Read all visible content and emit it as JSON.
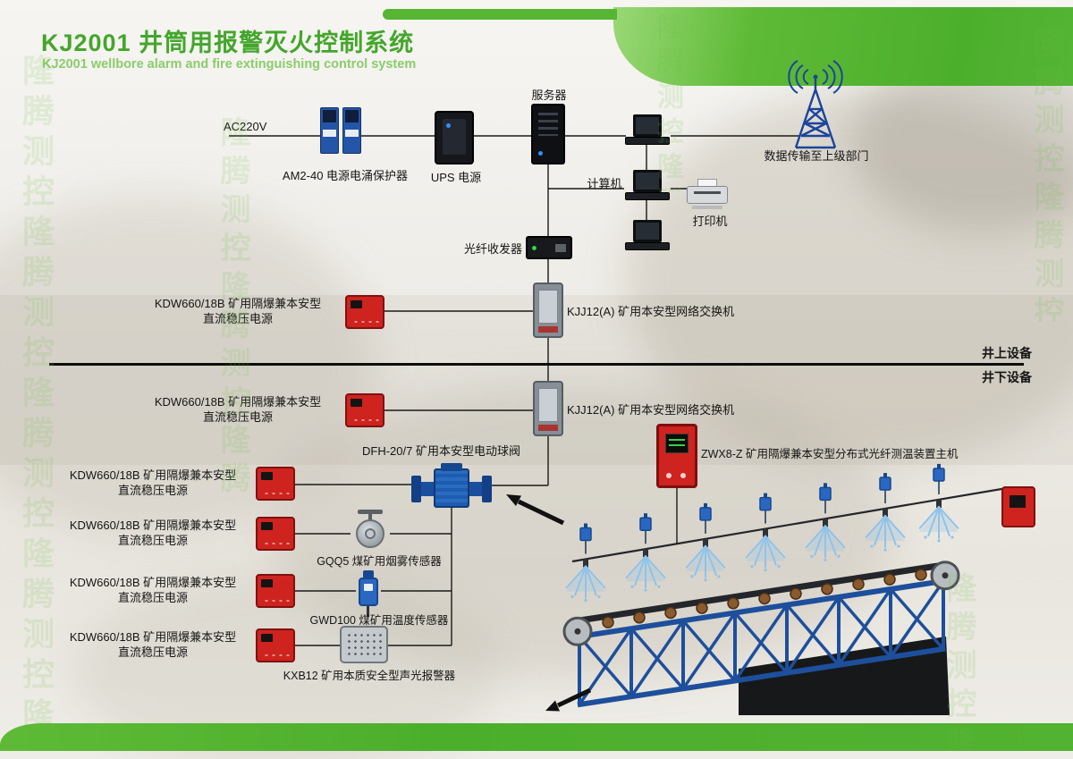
{
  "header": {
    "title": "KJ2001 井筒用报警灭火控制系统",
    "subtitle": "KJ2001 wellbore alarm and fire extinguishing control system"
  },
  "watermark": {
    "text": "隆腾测控隆腾测控隆腾测控隆腾测控隆腾测控"
  },
  "divider": {
    "surface_equipment": "井上设备",
    "underground_equipment": "井下设备"
  },
  "labels": {
    "ac220v": "AC220V",
    "surge_protector": "AM2-40 电源电涌保护器",
    "ups": "UPS 电源",
    "server": "服务器",
    "computer": "计算机",
    "printer": "打印机",
    "data_uplink": "数据传输至上级部门",
    "fiber_transceiver": "光纤收发器",
    "network_switch": "KJJ12(A) 矿用本安型网络交换机",
    "dc_power_line1": "KDW660/18B 矿用隔爆兼本安型",
    "dc_power_line2": "直流稳压电源",
    "ball_valve": "DFH-20/7 矿用本安型电动球阀",
    "fiber_temp_host": "ZWX8-Z 矿用隔爆兼本安型分布式光纤测温装置主机",
    "smoke_sensor": "GQQ5 煤矿用烟雾传感器",
    "temp_sensor": "GWD100 煤矿用温度传感器",
    "sound_light_alarm": "KXB12 矿用本质安全型声光报警器"
  },
  "colors": {
    "brand_green": "#4caf2c",
    "light_green": "#8bcc6a",
    "device_red": "#ce231e",
    "device_blue": "#2456a8",
    "truss_blue": "#1d4f9c",
    "spray_blue": "#8fc3ea",
    "line_black": "#1a1a1a"
  }
}
